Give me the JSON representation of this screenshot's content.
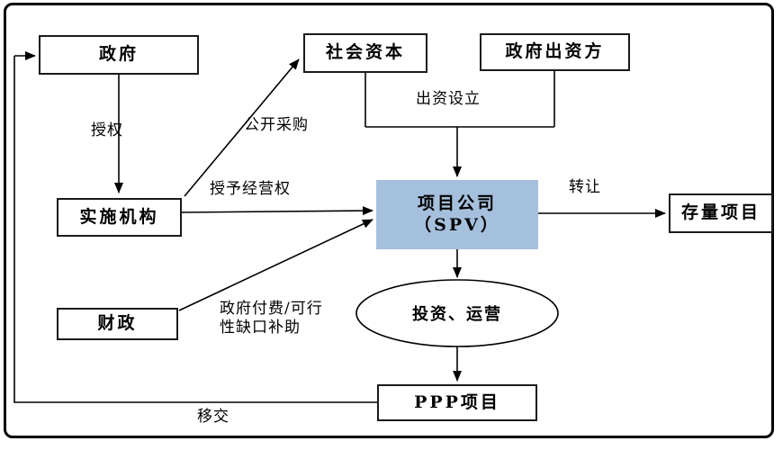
{
  "diagram": {
    "type": "flowchart",
    "colors": {
      "spv_fill": "#A5C0DC",
      "line": "#000000",
      "box_border": "#1a1a1a",
      "background": "#ffffff"
    },
    "nodes": {
      "government": {
        "label": "政府"
      },
      "social_capital": {
        "label": "社会资本"
      },
      "gov_investor": {
        "label": "政府出资方"
      },
      "implementing_agency": {
        "label": "实施机构"
      },
      "finance": {
        "label": "财政"
      },
      "spv": {
        "label_line1": "项目公司",
        "label_line2": "（SPV）"
      },
      "existing_projects": {
        "label": "存量项目"
      },
      "invest_operate": {
        "label": "投资、运营"
      },
      "ppp_project": {
        "label": "PPP项目"
      }
    },
    "edges": {
      "authorize": {
        "label": "授权"
      },
      "public_procurement": {
        "label": "公开采购"
      },
      "grant_franchise": {
        "label": "授予经营权"
      },
      "invest_establish": {
        "label": "出资设立"
      },
      "transfer_assign": {
        "label": "转让"
      },
      "gov_pay_subsidy": {
        "label_line1": "政府付费/可行",
        "label_line2": "性缺口补助"
      },
      "handover": {
        "label": "移交"
      }
    }
  }
}
